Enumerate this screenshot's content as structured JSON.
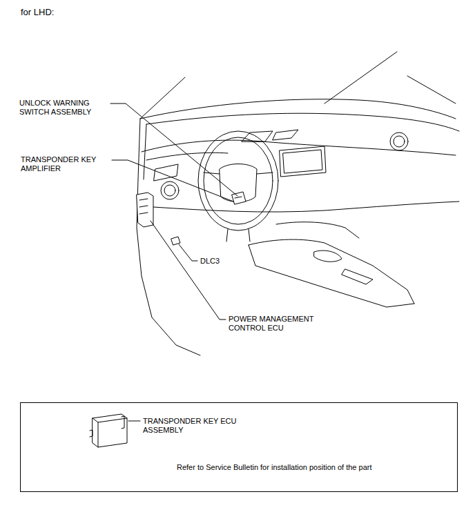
{
  "diagram": {
    "title": "for LHD:",
    "nodes": [
      {
        "text": [
          "TRANSPONDER KEY ECU ASSEMBLY",
          "Refer to Service Bulletin for installation position of the part"
        ]
      }
    ],
    "labels": [
      "UNLOCK WARNING SWITCH ASSEMBLY",
      "TRANSPONDER KEY AMPLIFIER",
      "DLC3",
      "POWER MANAGEMENT CONTROL ECU"
    ]
  }
}
